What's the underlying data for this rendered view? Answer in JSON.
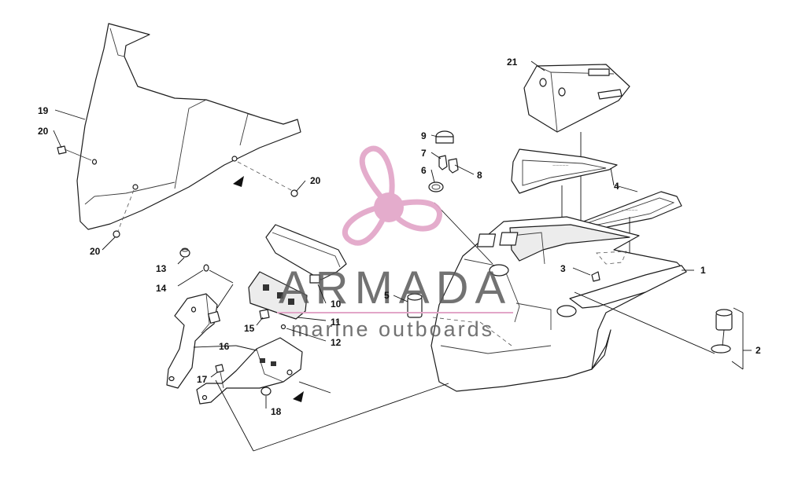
{
  "callouts": {
    "c1": "1",
    "c2": "2",
    "c3": "3",
    "c4": "4",
    "c5": "5",
    "c6": "6",
    "c7": "7",
    "c8": "8",
    "c9": "9",
    "c10": "10",
    "c11": "11",
    "c12": "12",
    "c13": "13",
    "c14": "14",
    "c15": "15",
    "c16": "16",
    "c17": "17",
    "c18": "18",
    "c19": "19",
    "c20a": "20",
    "c20b": "20",
    "c20c": "20",
    "c21": "21"
  },
  "watermark": {
    "title": "ARMADA",
    "subtitle": "marine outboards",
    "logo_color": "#e2a6c8",
    "logo_accent": "#f3c6dc",
    "line_color": "#e2a6c8"
  }
}
